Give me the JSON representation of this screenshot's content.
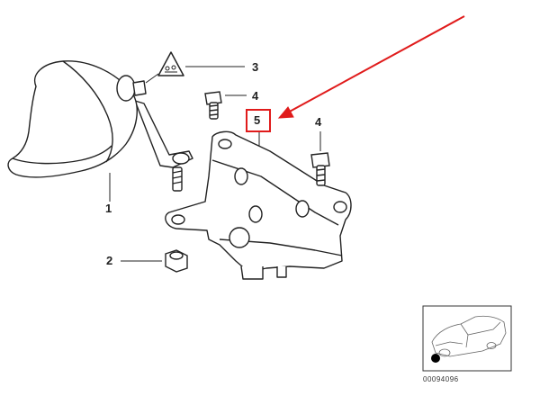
{
  "callouts": {
    "horn": "1",
    "nut": "2",
    "warning_label": "3",
    "bolt_top": "4",
    "bolt_right": "4",
    "bracket": "5"
  },
  "thumbnail": {
    "code": "00094096"
  },
  "colors": {
    "highlight_box": "#e01b1b",
    "arrow": "#e01b1b",
    "line": "#222222",
    "location_dot": "#000000"
  },
  "icons": {
    "warning_label": "warning-triangle-icon"
  }
}
